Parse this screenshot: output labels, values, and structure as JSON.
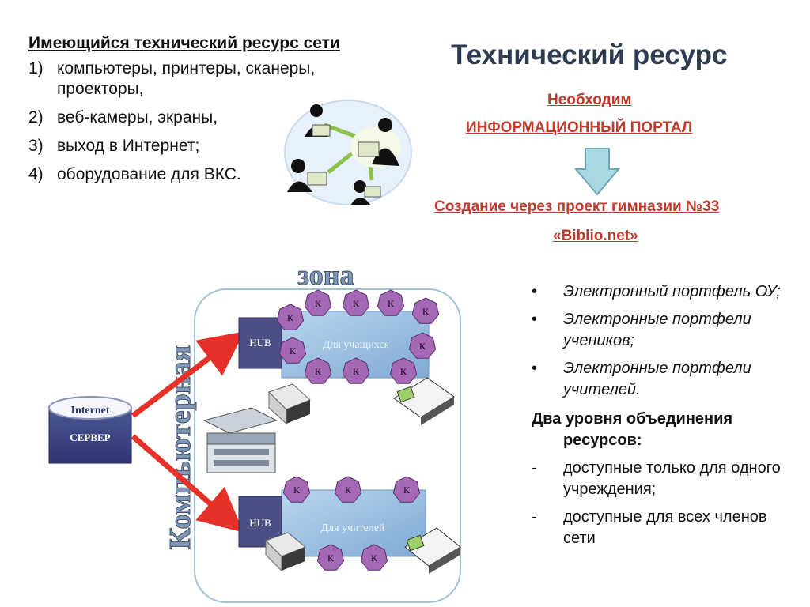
{
  "left": {
    "heading": "Имеющийся технический ресурс сети",
    "items": [
      {
        "num": "1)",
        "text": "компьютеры, принтеры, сканеры, проекторы,"
      },
      {
        "num": "2)",
        "text": "веб-камеры, экраны,"
      },
      {
        "num": "3)",
        "text": "выход в Интернет;"
      },
      {
        "num": "4)",
        "text": "оборудование для ВКС."
      }
    ]
  },
  "right": {
    "title": "Технический ресурс",
    "need": "Необходим",
    "portal": "ИНФОРМАЦИОННЫЙ ПОРТАЛ",
    "create": "Создание через проект гимназии №33",
    "biblio": "«Biblio.net»",
    "bullets": [
      "Электронный портфель ОУ;",
      "Электронные портфели учеников;",
      "Электронные портфели учителей."
    ],
    "bullet_mark": "•",
    "levels_title_1": "Два уровня объединения",
    "levels_title_2": "ресурсов:",
    "dash_mark": "-",
    "levels": [
      "доступные только для одного учреждения;",
      "доступные  для всех членов сети"
    ]
  },
  "diagram": {
    "zone_label": "зона",
    "vertical_label": "Компьютерная",
    "server_top": "Internet",
    "server_bottom": "СЕРВЕР",
    "hub_label": "HUB",
    "students_label": "Для учащихся",
    "teachers_label": "Для учителей",
    "node_label": "К",
    "colors": {
      "hub": "#4b4f86",
      "node": "#a468b4",
      "panel": "#9cc3e4",
      "arrow": "#e53127",
      "down_arrow": "#a9d8e0"
    }
  }
}
